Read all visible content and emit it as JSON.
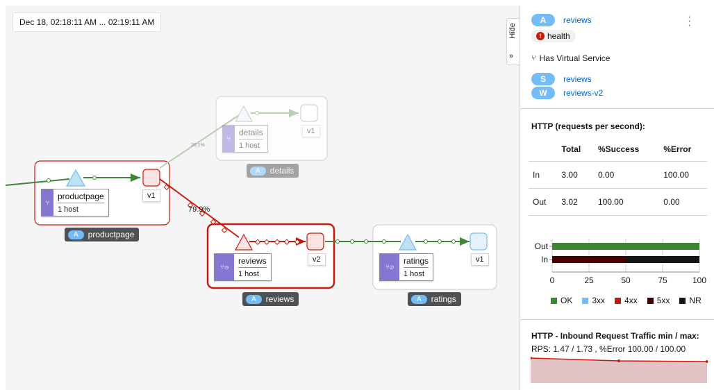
{
  "graph": {
    "time_range": "Dec 18, 02:18:11 AM ... 02:19:11 AM",
    "hide_label": "Hide",
    "hide_arrow": "»",
    "nodes": {
      "productpage": {
        "name": "productpage",
        "host": "1 host",
        "version": "v1",
        "app": "productpage"
      },
      "details": {
        "name": "details",
        "host": "1 host",
        "version": "v1",
        "app": "details"
      },
      "reviews": {
        "name": "reviews",
        "host": "1 host",
        "version": "v2",
        "app": "reviews"
      },
      "ratings": {
        "name": "ratings",
        "host": "1 host",
        "version": "v1",
        "app": "ratings"
      }
    },
    "app_badge": "A",
    "edge_labels": {
      "reviews_pct": "79.9%",
      "details_pct": "20.1%"
    },
    "colors": {
      "ok": "#3e8635",
      "error": "#c9190b",
      "faded": "#b8cfb3",
      "workload": "#8476d1"
    }
  },
  "panel": {
    "app": {
      "badge": "A",
      "name": "reviews"
    },
    "health": "health",
    "virtual_service": "Has Virtual Service",
    "service": {
      "badge": "S",
      "name": "reviews"
    },
    "workload": {
      "badge": "W",
      "name": "reviews-v2"
    },
    "http_title": "HTTP (requests per second):",
    "table": {
      "headers": [
        "",
        "Total",
        "%Success",
        "%Error"
      ],
      "rows": [
        [
          "In",
          "3.00",
          "0.00",
          "100.00"
        ],
        [
          "Out",
          "3.02",
          "100.00",
          "0.00"
        ]
      ]
    },
    "inbound_title": "HTTP - Inbound Request Traffic min / max:",
    "minmax": "RPS: 1.47 / 1.73 , %Error 100.00 / 100.00"
  },
  "chart_data": {
    "type": "bar",
    "orientation": "horizontal",
    "stacked": true,
    "categories": [
      "Out",
      "In"
    ],
    "series": [
      {
        "name": "OK",
        "color": "#3e8635",
        "values": [
          100,
          0
        ]
      },
      {
        "name": "3xx",
        "color": "#73bcf7",
        "values": [
          0,
          0
        ]
      },
      {
        "name": "4xx",
        "color": "#c9190b",
        "values": [
          0,
          0
        ]
      },
      {
        "name": "5xx",
        "color": "#470000",
        "values": [
          0,
          50
        ]
      },
      {
        "name": "NR",
        "color": "#151515",
        "values": [
          0,
          50
        ]
      }
    ],
    "xlim": [
      0,
      100
    ],
    "xticks": [
      "0",
      "25",
      "50",
      "75",
      "100"
    ],
    "grid": true,
    "legend": "bottom"
  }
}
